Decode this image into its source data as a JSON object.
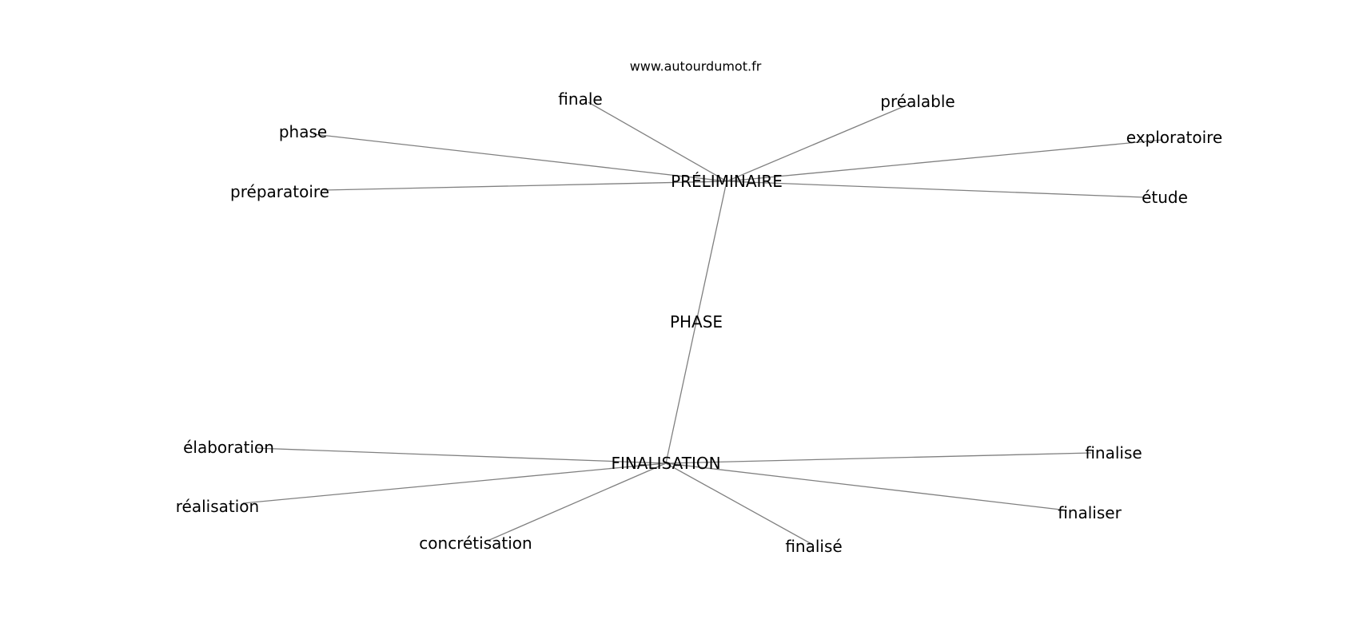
{
  "watermark": "www.autourdumot.fr",
  "nodes": {
    "phase_center": "PHASE",
    "preliminaire": "PRÉLIMINAIRE",
    "finalisation": "FINALISATION",
    "finale": "finale",
    "prealable": "préalable",
    "phase": "phase",
    "exploratoire": "exploratoire",
    "preparatoire": "préparatoire",
    "etude": "étude",
    "elaboration": "élaboration",
    "finalise": "finalise",
    "realisation": "réalisation",
    "finaliser": "finaliser",
    "concretisation": "concrétisation",
    "finalise_accent": "finalisé"
  },
  "edges": [
    [
      "phase_center",
      "preliminaire"
    ],
    [
      "phase_center",
      "finalisation"
    ],
    [
      "preliminaire",
      "finale"
    ],
    [
      "preliminaire",
      "prealable"
    ],
    [
      "preliminaire",
      "phase"
    ],
    [
      "preliminaire",
      "exploratoire"
    ],
    [
      "preliminaire",
      "preparatoire"
    ],
    [
      "preliminaire",
      "etude"
    ],
    [
      "finalisation",
      "elaboration"
    ],
    [
      "finalisation",
      "finalise"
    ],
    [
      "finalisation",
      "realisation"
    ],
    [
      "finalisation",
      "finaliser"
    ],
    [
      "finalisation",
      "concretisation"
    ],
    [
      "finalisation",
      "finalise_accent"
    ]
  ]
}
